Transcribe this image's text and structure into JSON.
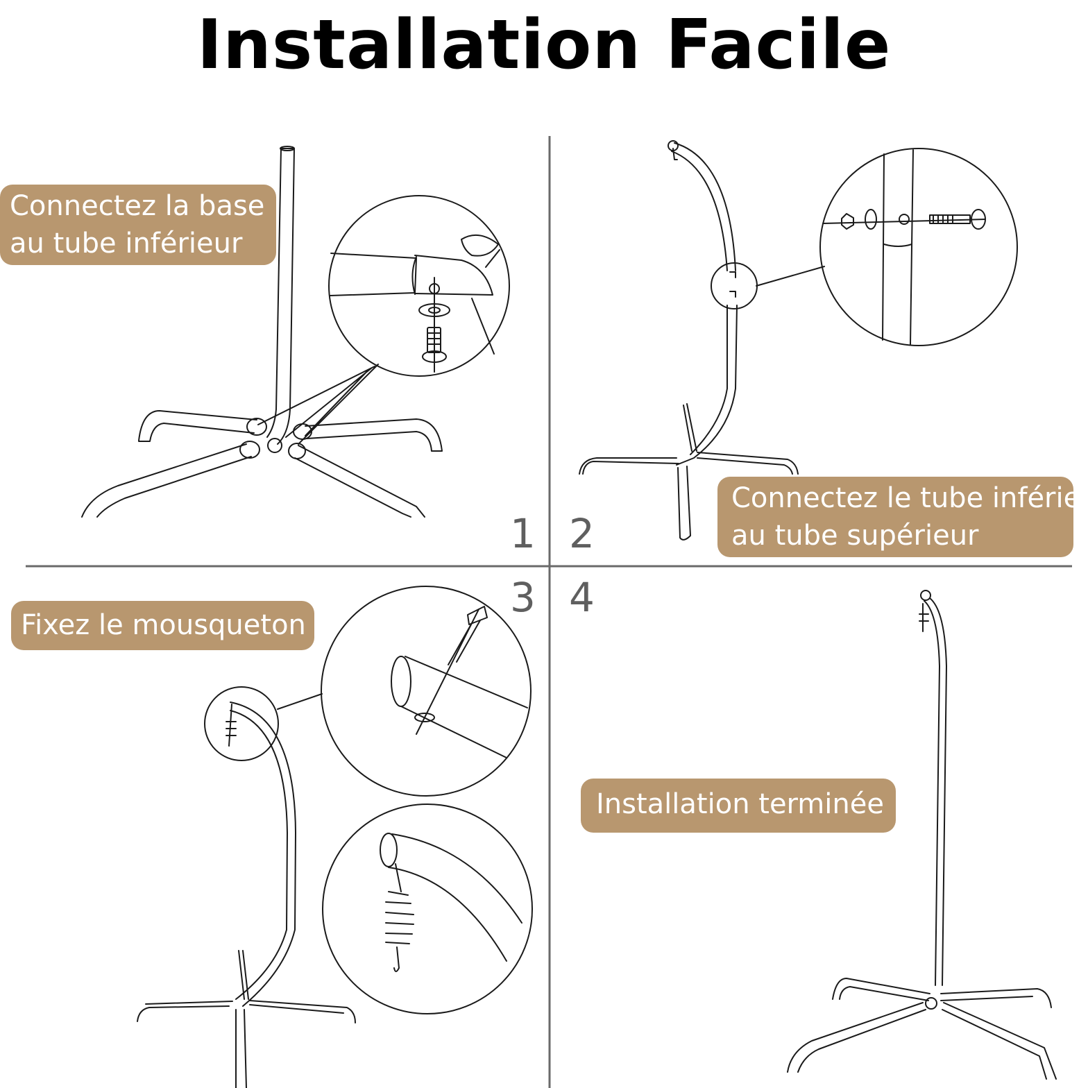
{
  "title": "Installation Facile",
  "colors": {
    "label_bg": "#b8976f",
    "label_text": "#ffffff",
    "divider": "#6a6a6a",
    "line_art": "#1a1a1a"
  },
  "steps": [
    {
      "number": "1",
      "label_lines": [
        "Connectez la base",
        "au tube inférieur"
      ]
    },
    {
      "number": "2",
      "label_lines": [
        "Connectez le tube inférieur",
        "au tube supérieur"
      ]
    },
    {
      "number": "3",
      "label_lines": [
        "Fixez le mousqueton"
      ]
    },
    {
      "number": "4",
      "label_lines": [
        "Installation terminée"
      ]
    }
  ]
}
